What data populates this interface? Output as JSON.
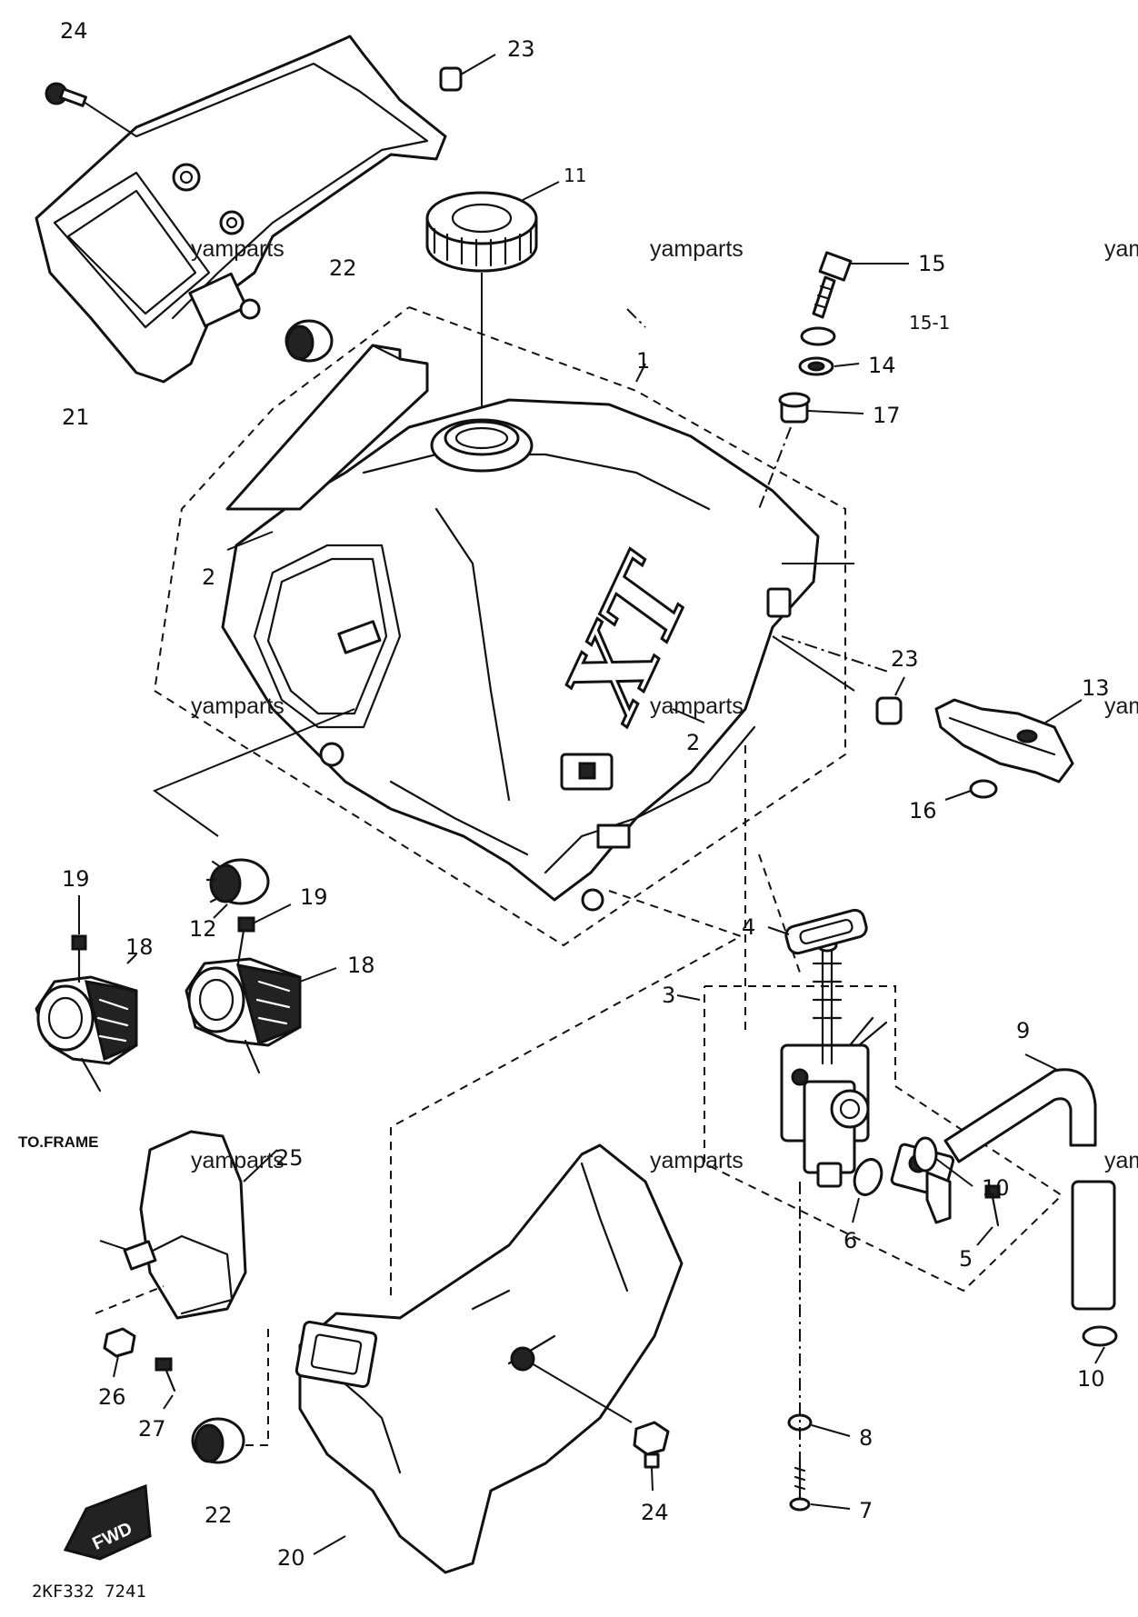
{
  "diagram": {
    "callouts": [
      "24",
      "23",
      "11",
      "15",
      "15-1",
      "14",
      "17",
      "1",
      "22",
      "21",
      "2",
      "2",
      "23",
      "13",
      "16",
      "12",
      "19",
      "19",
      "18",
      "18",
      "4",
      "9",
      "3",
      "10",
      "25",
      "6",
      "5",
      "10",
      "26",
      "27",
      "8",
      "22",
      "20",
      "24",
      "7"
    ],
    "watermark": "yamparts",
    "frame_note": "TO.FRAME",
    "tank_logo": "XT",
    "arrow_label": "FWD",
    "footer_code": "2KF332 7241"
  }
}
